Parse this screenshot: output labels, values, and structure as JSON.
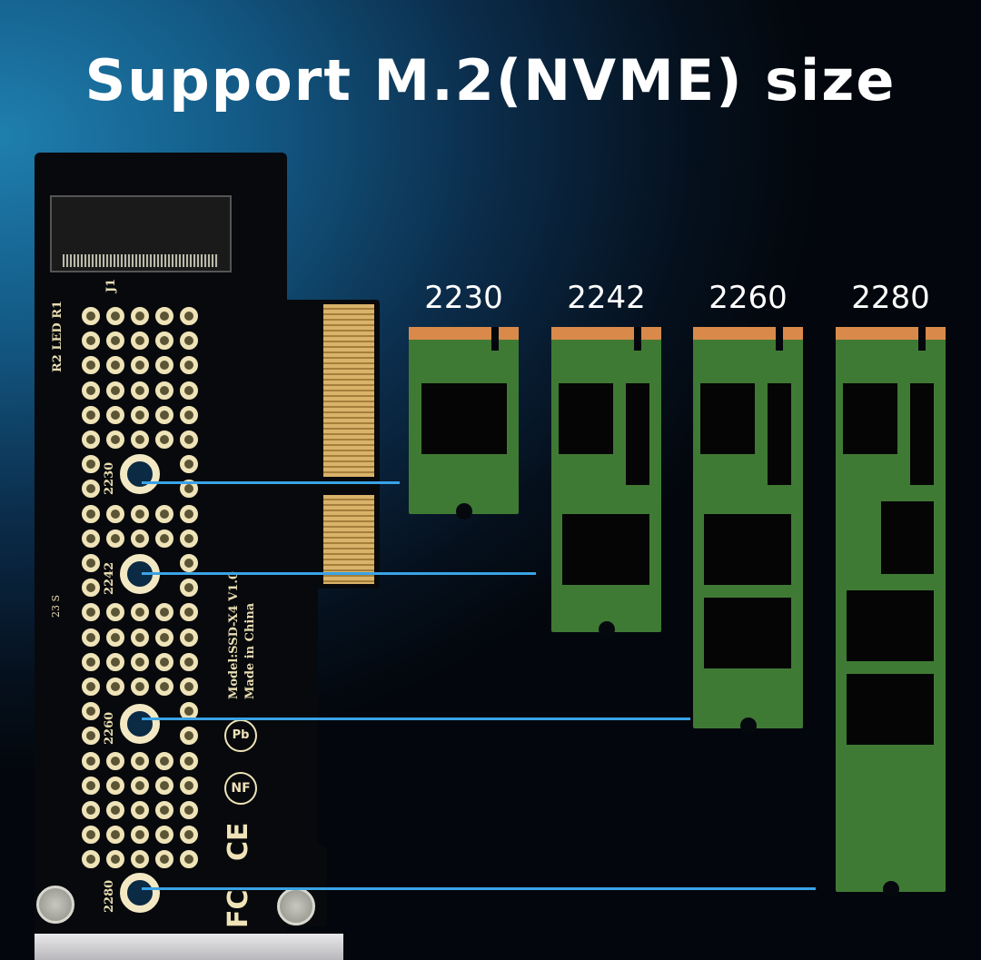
{
  "title": "Support M.2(NVME) size",
  "sizes": [
    "2230",
    "2242",
    "2260",
    "2280"
  ],
  "board": {
    "connector_label": "J1",
    "led_label": "R2 LED R1",
    "model": "Model:SSD-X4 V1.0",
    "origin": "Made in China",
    "mark": "23 S",
    "logos": [
      "FC",
      "CE",
      "NF",
      "PB"
    ]
  },
  "colors": {
    "line": "#3aa3e6",
    "ssd": "#3f7a34",
    "contact": "#d98a4a"
  }
}
